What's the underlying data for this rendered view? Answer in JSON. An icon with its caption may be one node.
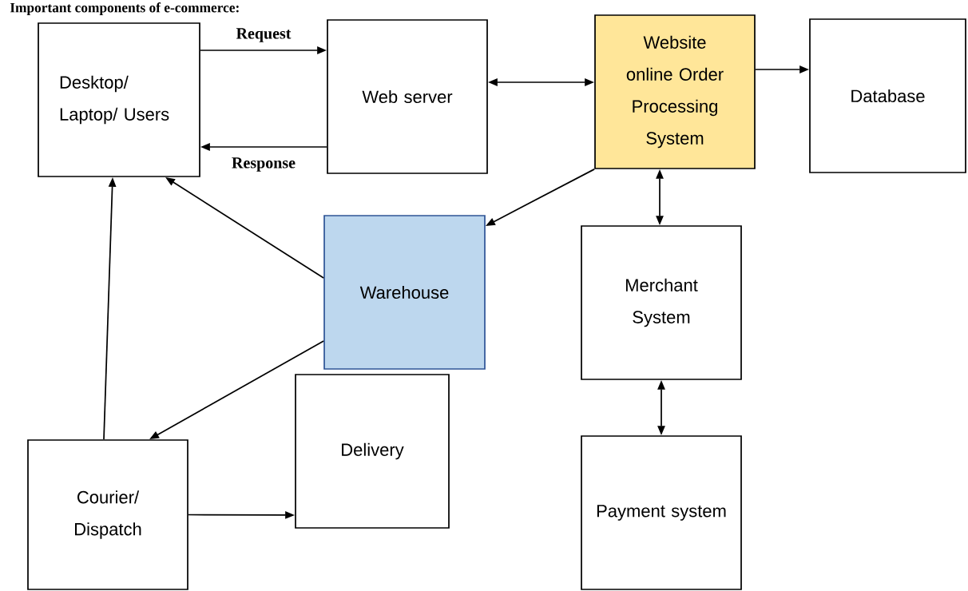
{
  "diagram": {
    "title": "Important components of e-commerce:",
    "nodes": [
      {
        "text": [
          "Desktop/ Laptop/ Users"
        ]
      },
      {
        "text": [
          "Web server"
        ]
      },
      {
        "text": [
          "Website online Order Processing System"
        ]
      },
      {
        "text": [
          "Database"
        ]
      },
      {
        "text": [
          "Warehouse"
        ]
      },
      {
        "text": [
          "Merchant System"
        ]
      },
      {
        "text": [
          "Delivery"
        ]
      },
      {
        "text": [
          "Courier/ Dispatch"
        ]
      },
      {
        "text": [
          "Payment system"
        ]
      }
    ],
    "edges": [
      {
        "from": 0,
        "to": 1,
        "arrow": "to",
        "label": "Request"
      },
      {
        "from": 1,
        "to": 0,
        "arrow": "to",
        "label": "Response"
      },
      {
        "from": 1,
        "to": 2,
        "arrow": "both"
      },
      {
        "from": 2,
        "to": 3,
        "arrow": "to"
      },
      {
        "from": 2,
        "to": 4,
        "arrow": "to"
      },
      {
        "from": 2,
        "to": 5,
        "arrow": "both"
      },
      {
        "from": 4,
        "to": 0,
        "arrow": "to"
      },
      {
        "from": 4,
        "to": 7,
        "arrow": "to"
      },
      {
        "from": 7,
        "to": 0,
        "arrow": "to"
      },
      {
        "from": 7,
        "to": 6,
        "arrow": "to"
      },
      {
        "from": 5,
        "to": 8,
        "arrow": "both"
      }
    ]
  }
}
